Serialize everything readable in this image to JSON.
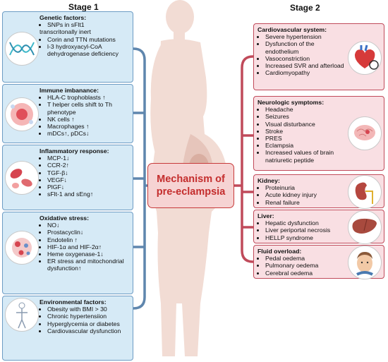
{
  "stage1_title": "Stage 1",
  "stage2_title": "Stage 2",
  "center": {
    "line1": "Mechanism of",
    "line2": "pre-eclampsia"
  },
  "stage1": [
    {
      "header": "Genetic factors:",
      "icon": "dna-icon",
      "items": [
        "SNPs in sFlt1",
        "transcritonally inert",
        "Corin and TTN mutations",
        "l-3 hydroxyacyl-CoA dehydrogenase deficiency"
      ]
    },
    {
      "header": "Immune imbanance:",
      "icon": "immune-cell-icon",
      "items": [
        "HLA-C trophoblasts ↑",
        "T helper cells shift to Th phenotype",
        "NK cells ↑",
        "Macrophages ↑",
        "mDCs↑, pDCs↓"
      ]
    },
    {
      "header": "Inflammatory response:",
      "icon": "blood-cells-icon",
      "items": [
        "MCP-1↓",
        "CCR-2↑",
        "TGF-β↓",
        "VEGF↓",
        "PlGF↓",
        "sFlt-1 and sEng↑"
      ]
    },
    {
      "header": "Oxidative stress:",
      "icon": "molecule-icon",
      "items": [
        "NO↓",
        "Prostacyclin↓",
        "Endotelin ↑",
        "HIF-1α and HIF-2α↑",
        "Heme oxygenase-1↓",
        "ER stress and mitochondrial dysfunction↑"
      ]
    },
    {
      "header": "Environmental factors:",
      "icon": "human-body-icon",
      "items": [
        "Obesity with BMI > 30",
        "Chronic hypertensiion",
        "Hyperglycemia or diabetes",
        "Cardiovascular dysfunction"
      ]
    }
  ],
  "stage2": [
    {
      "header": "Cardiovascular system:",
      "icon": "heart-icon",
      "items": [
        "Severe hypertension",
        "Dysfunction of the endothelium",
        "Vasoconstriction",
        "Increased SVR and afterload",
        "Cardiomyopathy"
      ]
    },
    {
      "header": "Neurologic symptoms:",
      "icon": "brain-icon",
      "items": [
        "Headache",
        "Seizures",
        "Visual disturbance",
        "Stroke",
        "PRES",
        "Eclampsia",
        "Increased values of brain natriuretic peptide"
      ]
    },
    {
      "header": "Kidney:",
      "icon": "kidney-icon",
      "items": [
        "Proteinuria",
        "Acute kidney injury",
        "Renal failure"
      ]
    },
    {
      "header": "Liver:",
      "icon": "liver-icon",
      "items": [
        "Hepatic dysfunction",
        "Liver periportal necrosis",
        "HELLP syndrome"
      ]
    },
    {
      "header": "Fluid overload:",
      "icon": "swollen-face-icon",
      "items": [
        "Pedal oedema",
        "Pulmonary oedema",
        "Cerebral oedema"
      ]
    }
  ]
}
